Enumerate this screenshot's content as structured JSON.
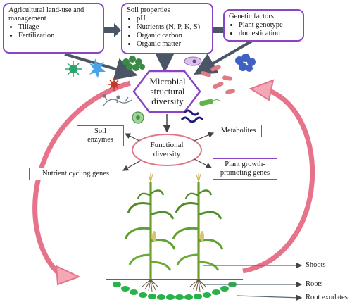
{
  "boxes": {
    "land_use": {
      "title": "Agricultural land-use and management",
      "items": [
        "Tillage",
        "Fertilization"
      ]
    },
    "soil": {
      "title": "Soil properties",
      "items": [
        "pH",
        "Nutrients (N, P, K, S)",
        "Organic carbon",
        "Organic matter"
      ]
    },
    "genetic": {
      "title": "Genetic factors",
      "items": [
        "Plant genotype",
        "domestication"
      ]
    }
  },
  "center": {
    "line1": "Microbial",
    "line2": "structural",
    "line3": "diversity"
  },
  "functional": {
    "line1": "Functional",
    "line2": "diversity"
  },
  "tags": {
    "soil_enzymes": "Soil enzymes",
    "metabolites": "Metabolites",
    "nutrient_cycling": "Nutrient cycling genes",
    "pgp_line1": "Plant growth-",
    "pgp_line2": "promoting genes"
  },
  "plant_labels": {
    "shoots": "Shoots",
    "roots": "Roots",
    "root_exudates": "Root exudates"
  },
  "colors": {
    "box_border": "#8a44c6",
    "big_arrow": "#e6738a",
    "block_arrow": "#4a5566",
    "root_blobs": "#27b34a",
    "functional_border": "#e07884"
  },
  "icons": [
    "bacteria-cluster-icon",
    "virus-icon",
    "fungi-icon",
    "maize-plant-icon"
  ]
}
